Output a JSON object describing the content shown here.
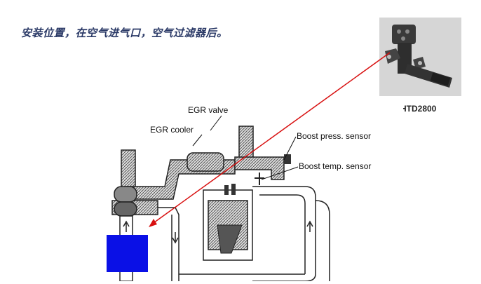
{
  "heading": "安装位置，在空气进气口，空气过滤器后。",
  "photo": {
    "caption": "HTD2800"
  },
  "diagram": {
    "labels": {
      "egr_valve": "EGR valve",
      "egr_cooler": "EGR cooler",
      "boost_press_sensor": "Boost press. sensor",
      "boost_temp_sensor": "Boost temp. sensor"
    }
  },
  "colors": {
    "heading": "#2b3a67",
    "pointer_line": "#d81010",
    "mount_marker": "#0a10e6"
  }
}
